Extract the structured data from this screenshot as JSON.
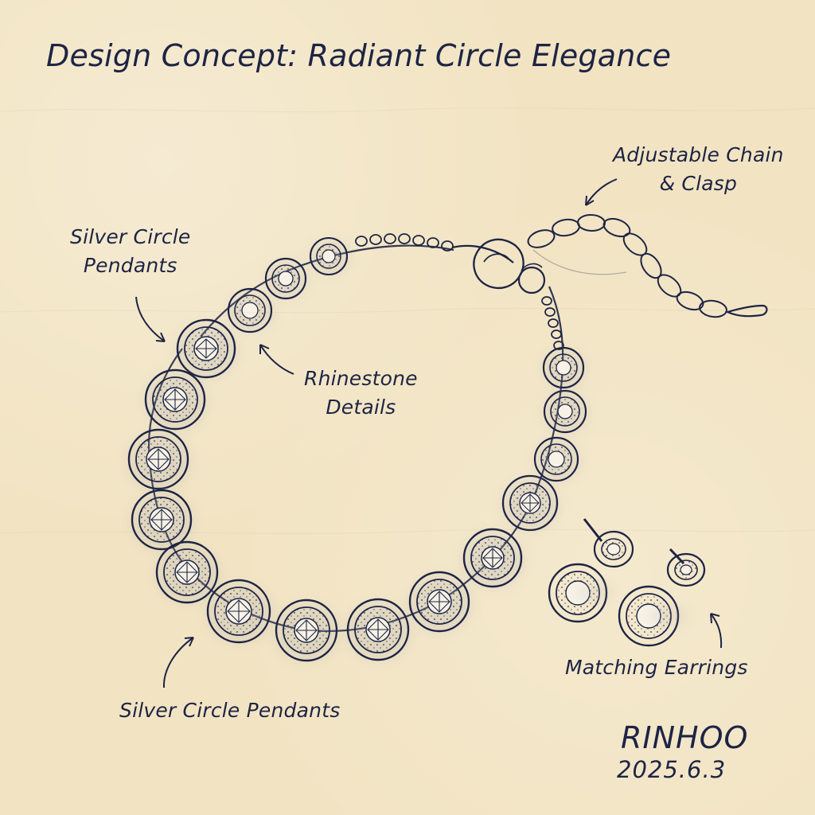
{
  "title": "Design Concept: Radiant Circle Elegance",
  "labels": {
    "adjustable_chain_line1": "Adjustable Chain",
    "adjustable_chain_line2": "& Clasp",
    "silver_circle_pendants_left_line1": "Silver Circle",
    "silver_circle_pendants_left_line2": "Pendants",
    "rhinestone_details_line1": "Rhinestone",
    "rhinestone_details_line2": "Details",
    "silver_circle_pendants_bottom": "Silver Circle Pendants",
    "matching_earrings": "Matching Earrings"
  },
  "signature": {
    "name": "RINHOO",
    "date": "2025.6.3"
  },
  "colors": {
    "paper": "#f2e4c3",
    "ink": "#1d2444",
    "shadow": "#b7b2a5"
  }
}
